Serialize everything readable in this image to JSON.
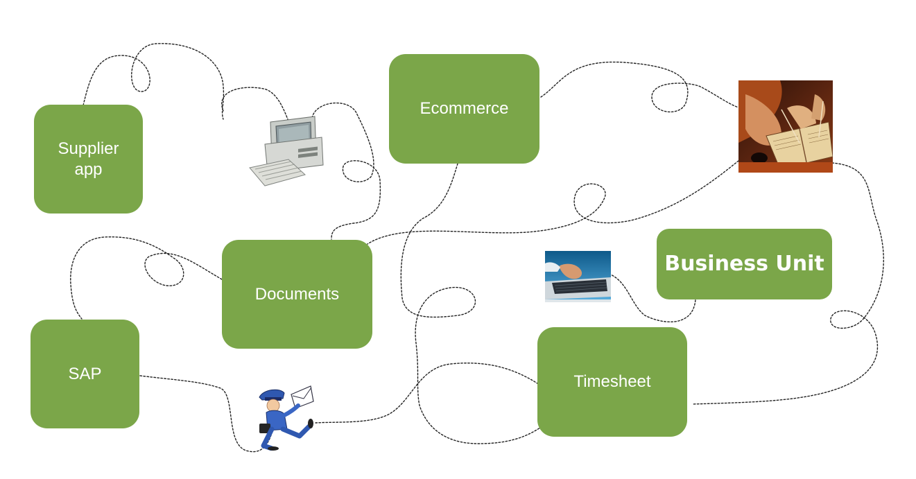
{
  "nodes": {
    "supplier_app": "Supplier\napp",
    "ecommerce": "Ecommerce",
    "documents": "Documents",
    "sap": "SAP",
    "timesheet": "Timesheet",
    "business_unit": "Business Unit"
  },
  "pictures": [
    {
      "name": "desktop-computer-icon"
    },
    {
      "name": "scribe-writing-image"
    },
    {
      "name": "laptop-typing-image"
    },
    {
      "name": "mail-carrier-icon"
    }
  ],
  "colors": {
    "box_fill": "#7ba649",
    "box_text": "#ffffff",
    "connector": "#222222"
  }
}
